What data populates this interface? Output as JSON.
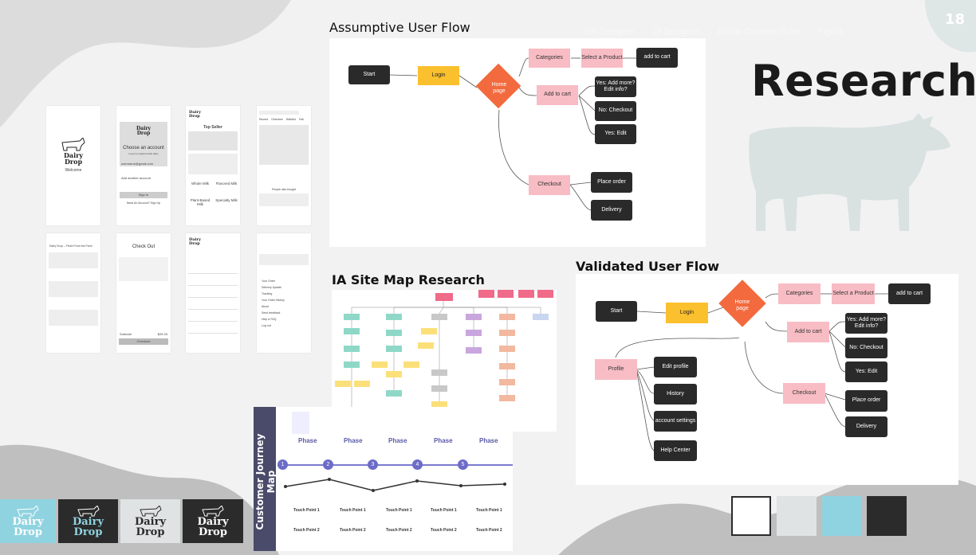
{
  "page": {
    "number": "18",
    "title": "Research",
    "tags": [
      "UX Designer",
      "UI Designer",
      "Adobe Creative Suite",
      "Figma"
    ]
  },
  "colors": {
    "palette": [
      "#ffffff",
      "#dfe3e3",
      "#8fd3e0",
      "#2b2b2b"
    ],
    "orange": "#f26a3d",
    "yellow": "#fbc02d",
    "pink": "#f8bcc4",
    "dark": "#2a2a2a"
  },
  "assumptive_flow": {
    "title": "Assumptive User Flow",
    "nodes": {
      "start": "Start",
      "login": "Login",
      "home": "Home page",
      "categories": "Categories",
      "select_product": "Select a Product",
      "add_to_cart_top": "add to cart",
      "add_to_cart": "Add to cart",
      "yes_add_more": "Yes: Add more? Edit info?",
      "no_checkout": "No: Checkout",
      "yes_edit": "Yes: Edit",
      "checkout": "Checkout",
      "place_order": "Place order",
      "delivery": "Delivery"
    }
  },
  "validated_flow": {
    "title": "Validated User Flow",
    "nodes": {
      "start": "Start",
      "login": "Login",
      "home": "Home page",
      "categories": "Categories",
      "select_product": "Select a Product",
      "add_to_cart_top": "add to cart",
      "add_to_cart": "Add to cart",
      "yes_add_more": "Yes: Add more? Edit info?",
      "no_checkout": "No: Checkout",
      "yes_edit": "Yes: Edit",
      "profile": "Profile",
      "edit_profile": "Edit profile",
      "history": "History",
      "account_settings": "account settings",
      "help_center": "Help Center",
      "checkout": "Checkout",
      "place_order": "Place order",
      "delivery": "Delivery"
    }
  },
  "ia_site_map": {
    "title": "IA Site Map Research"
  },
  "customer_journey": {
    "title": "Customer Journey Map",
    "phase_label": "Phase",
    "steps": [
      "1",
      "2",
      "3",
      "4",
      "5"
    ],
    "touch_point_1": "Touch Point 1",
    "touch_point_2": "Touch Point 2"
  },
  "wireframes": {
    "welcome": {
      "brand_line1": "Dairy",
      "brand_line2": "Drop",
      "caption": "Welcome"
    },
    "login": {
      "brand_line1": "Dairy",
      "brand_line2": "Drop",
      "heading": "Choose an account",
      "sub": "Log in to explore fresh dairy",
      "email": "username@gmail.com",
      "add_account": "Add another account",
      "sign_in": "Sign In",
      "signup_prompt": "Need An Account?  Sign Up"
    },
    "home": {
      "brand_line1": "Dairy",
      "brand_line2": "Drop",
      "top_seller": "Top Seller",
      "cat1": "Whole Milk",
      "cat2": "Flavored Milk",
      "cat3": "Plant-Based Milk",
      "cat4": "Specialty Milk"
    },
    "product": {
      "tabs": [
        "Recent",
        "Overview",
        "Wishlist",
        "Fab"
      ],
      "caption": "People also bought"
    },
    "feed": {
      "heading": "Dairy Drop – Fresh From the Farm"
    },
    "checkout": {
      "title": "Check Out",
      "subtotal_label": "Subtotal",
      "subtotal_value": "$26.33",
      "button": "Checkout"
    },
    "list": {
      "brand_line1": "Dairy",
      "brand_line2": "Drop"
    },
    "account": {
      "items": [
        "Your Order",
        "Delivery Update",
        "Tracking",
        "Your Order History",
        "About",
        "Send feedback",
        "Help & FAQ",
        "Log out"
      ]
    }
  },
  "logos": [
    {
      "line1": "Dairy",
      "line2": "Drop",
      "bg": "#8fd3e0",
      "fg": "#ffffff"
    },
    {
      "line1": "Dairy",
      "line2": "Drop",
      "bg": "#2b2b2b",
      "fg": "#8fd3e0"
    },
    {
      "line1": "Dairy",
      "line2": "Drop",
      "bg": "#dfe3e3",
      "fg": "#2b2b2b"
    },
    {
      "line1": "Dairy",
      "line2": "Drop",
      "bg": "#2b2b2b",
      "fg": "#ffffff"
    }
  ]
}
